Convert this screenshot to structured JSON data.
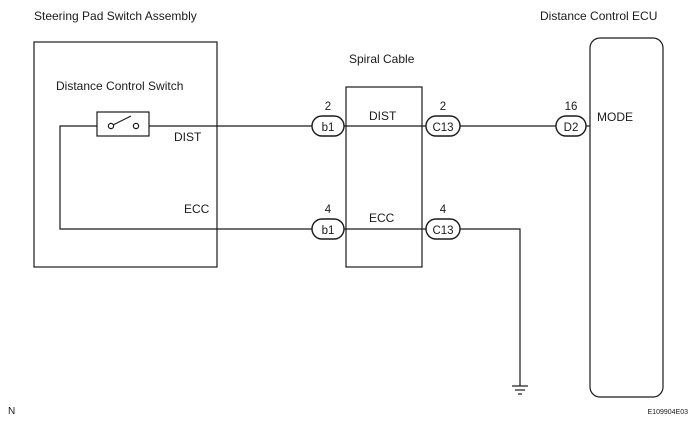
{
  "steering_pad": {
    "title": "Steering Pad Switch Assembly",
    "switch_label": "Distance Control Switch",
    "dist_label": "DIST",
    "ecc_label": "ECC"
  },
  "spiral_cable": {
    "title": "Spiral Cable",
    "dist_label": "DIST",
    "ecc_label": "ECC"
  },
  "ecu": {
    "title": "Distance Control ECU",
    "mode_label": "MODE"
  },
  "connectors": {
    "b1_dist": {
      "name": "b1",
      "pin": "2"
    },
    "c13_dist": {
      "name": "C13",
      "pin": "2"
    },
    "d2_mode": {
      "name": "D2",
      "pin": "16"
    },
    "b1_ecc": {
      "name": "b1",
      "pin": "4"
    },
    "c13_ecc": {
      "name": "C13",
      "pin": "4"
    }
  },
  "footer": {
    "left_mark": "N",
    "figure_code": "E109904E03"
  }
}
